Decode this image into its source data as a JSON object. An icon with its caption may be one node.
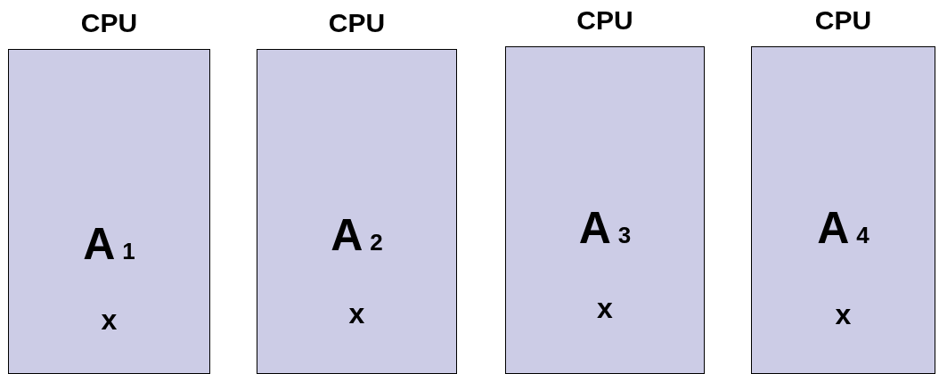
{
  "diagram": {
    "nodes": [
      {
        "text": [
          "CPU",
          "A$_{1}$",
          "x"
        ]
      },
      {
        "text": [
          "CPU",
          "A$_{2}$",
          "x"
        ]
      },
      {
        "text": [
          "CPU",
          "A$_{3}$",
          "x"
        ]
      },
      {
        "text": [
          "CPU",
          "A$_{4}$",
          "x"
        ]
      }
    ]
  }
}
